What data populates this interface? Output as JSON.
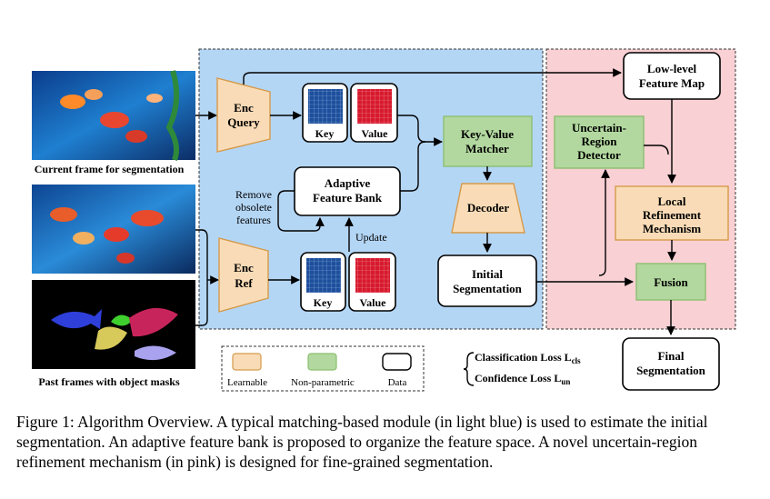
{
  "photos": {
    "current_label": "Current frame for segmentation",
    "past_label": "Past frames with object masks"
  },
  "blocks": {
    "enc_query": [
      "Enc",
      "Query"
    ],
    "enc_ref": [
      "Enc",
      "Ref"
    ],
    "key": "Key",
    "value": "Value",
    "key_value_matcher": [
      "Key-Value",
      "Matcher"
    ],
    "adaptive_feature_bank": [
      "Adaptive",
      "Feature Bank"
    ],
    "remove_obsolete": [
      "Remove",
      "obsolete",
      "features"
    ],
    "update": "Update",
    "decoder": "Decoder",
    "initial_segmentation": [
      "Initial",
      "Segmentation"
    ],
    "low_level_feature_map": [
      "Low-level",
      "Feature Map"
    ],
    "uncertain_region_detector": [
      "Uncertain-",
      "Region",
      "Detector"
    ],
    "local_refinement_mechanism": [
      "Local",
      "Refinement",
      "Mechanism"
    ],
    "fusion": "Fusion",
    "final_segmentation": [
      "Final",
      "Segmentation"
    ]
  },
  "losses": {
    "classification": "Classification Loss L",
    "classification_sub": "cls",
    "confidence": "Confidence Loss L",
    "confidence_sub": "un"
  },
  "legend": {
    "learnable": "Learnable",
    "non_parametric": "Non-parametric",
    "data": "Data"
  },
  "colors": {
    "blue_region": "#b4d6f5",
    "pink_region": "#f9d0d3",
    "learnable_fill": "#f9dcb7",
    "learnable_stroke": "#d59a4a",
    "nonparam_fill": "#b2d89f",
    "nonparam_stroke": "#8cbf72",
    "key_grid": "#1d4f9c",
    "value_grid": "#d7192d"
  },
  "caption": "Figure 1: Algorithm Overview. A typical matching-based module (in light blue) is used to estimate the initial segmentation. An adaptive feature bank is proposed to organize the feature space. A novel uncertain-region refinement mechanism (in pink) is designed for fine-grained segmentation."
}
